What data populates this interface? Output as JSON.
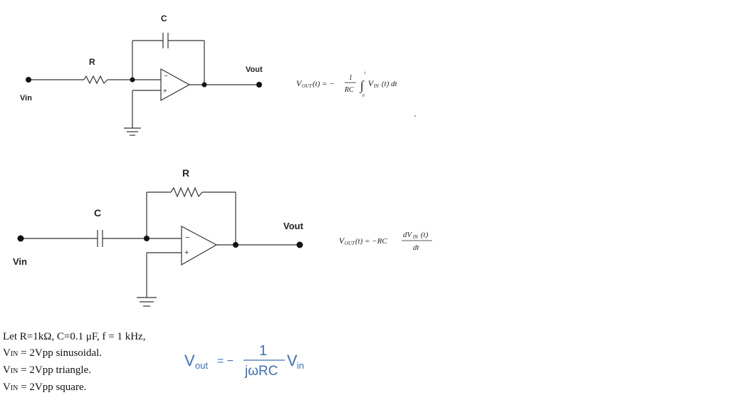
{
  "circuit1": {
    "title": "Integrator",
    "cap_label": "C",
    "res_label": "R",
    "vin_label": "Vin",
    "vout_label": "Vout",
    "eq_lhs": "V",
    "eq_lhs_sub": "OUT",
    "eq_t": "(t) = −",
    "eq_num": "1",
    "eq_den": "RC",
    "eq_int": "∫",
    "eq_int_upper": "t",
    "eq_int_lower": "0",
    "eq_rhs": "V",
    "eq_rhs_sub": "IN",
    "eq_rhs_tail": "(t) dt"
  },
  "circuit2": {
    "title": "Differentiator",
    "cap_label": "C",
    "res_label": "R",
    "vin_label": "Vin",
    "vout_label": "Vout",
    "eq_lhs": "V",
    "eq_lhs_sub": "OUT",
    "eq_mid": "(t) = −RC",
    "eq_num": "dV",
    "eq_num_sub": "IN",
    "eq_num_tail": "(t)",
    "eq_den": "dt"
  },
  "notes": {
    "line1": "Let R=1kΩ, C=0.1 μF, f = 1 kHz,",
    "line2_prefix": "V",
    "line2_sub": "IN",
    "line2_text": " = 2Vpp sinusoidal.",
    "line3_prefix": "V",
    "line3_sub": "IN",
    "line3_text": " = 2Vpp triangle.",
    "line4_prefix": "V",
    "line4_sub": "IN",
    "line4_text": " = 2Vpp square."
  },
  "formula": {
    "lhs": "V",
    "lhs_sub": "out",
    "eq": "= −",
    "num": "1",
    "den": "jωRC",
    "rhs": "V",
    "rhs_sub": "in",
    "color": "#3f6fb0"
  }
}
